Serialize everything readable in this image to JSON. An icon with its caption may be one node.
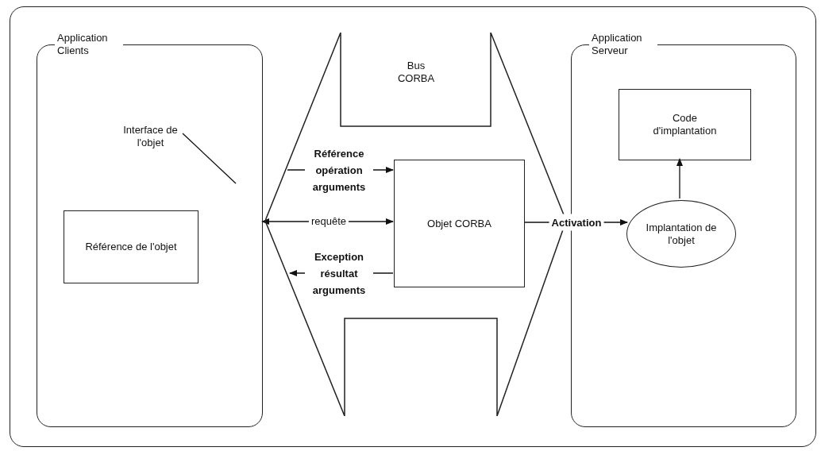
{
  "diagram": {
    "nodes": [
      {
        "text": [],
        "shape": "box"
      },
      {
        "text": [
          "Application Clients"
        ],
        "in": 0
      },
      {
        "text": [
          "Interface de l'objet"
        ],
        "in": 1
      },
      {
        "text": [
          "Référence de l'objet"
        ],
        "in": 1
      },
      {
        "text": [
          "Bus CORBA"
        ],
        "in": 0
      },
      {
        "text": [
          "Objet CORBA"
        ],
        "in": 4
      },
      {
        "text": [
          "Application Serveur"
        ],
        "in": 0
      },
      {
        "text": [
          "Code d'implantation"
        ],
        "in": 6
      },
      {
        "text": [
          "Implantation de l'objet"
        ],
        "in": 6
      }
    ],
    "edges": [
      {
        "from": 1,
        "to": 5,
        "arrow": "both",
        "label": "requête"
      },
      {
        "from": null,
        "to": 5,
        "arrow": "to",
        "label": "Référence opération arguments"
      },
      {
        "from": 5,
        "to": null,
        "arrow": "to",
        "label": "Exception résultat arguments"
      },
      {
        "from": 5,
        "to": 8,
        "arrow": "to",
        "label": "Activation"
      },
      {
        "from": 8,
        "to": 7,
        "arrow": "to"
      },
      {
        "from": 2,
        "to": null,
        "arrow": "none"
      }
    ]
  }
}
